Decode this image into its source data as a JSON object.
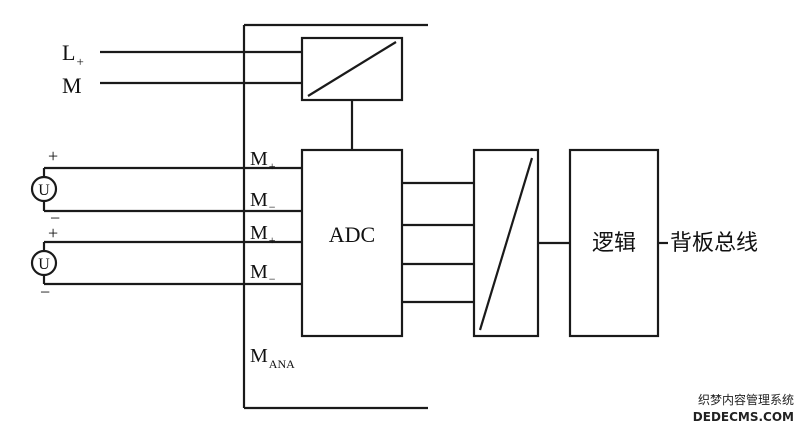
{
  "supply": {
    "l_plus": "L",
    "l_plus_sub": "+",
    "m": "M"
  },
  "inputs": {
    "channel_terminals": [
      {
        "main": "M",
        "sub": "+"
      },
      {
        "main": "M",
        "sub": "−"
      },
      {
        "main": "M",
        "sub": "+"
      },
      {
        "main": "M",
        "sub": "−"
      }
    ],
    "source_1": {
      "symbol": "U",
      "plus": "+",
      "minus": "−"
    },
    "source_2": {
      "symbol": "U",
      "plus": "+",
      "minus": "−"
    },
    "ana": {
      "main": "M",
      "sub": "ANA"
    }
  },
  "blocks": {
    "adc": "ADC",
    "logic": "逻辑",
    "backplane_bus": "背板总线"
  },
  "watermark": {
    "line1": "织梦内容管理系统",
    "line2": "DEDECMS.COM"
  }
}
